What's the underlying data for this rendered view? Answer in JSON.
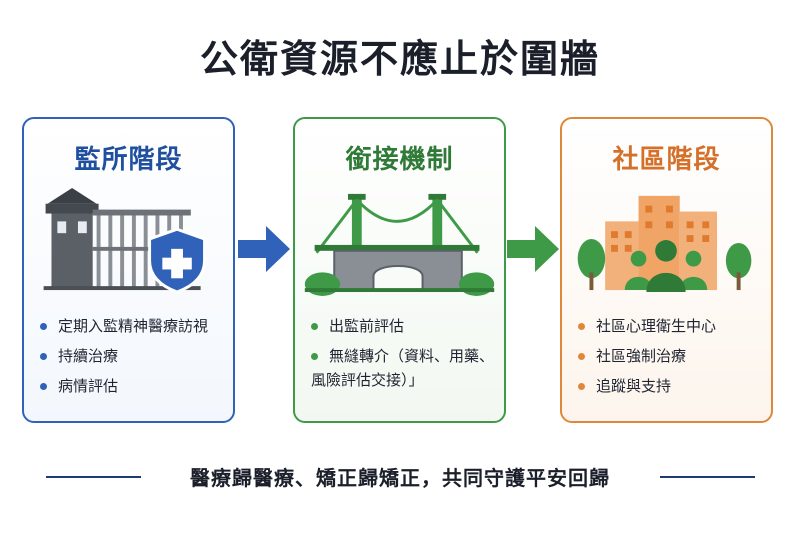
{
  "title": "公衛資源不應止於圍牆",
  "stages": [
    {
      "title": "監所階段",
      "icon": "prison-shield-icon",
      "items": [
        "定期入監精神醫療訪視",
        "持續治療",
        "病情評估"
      ]
    },
    {
      "title": "銜接機制",
      "icon": "bridge-icon",
      "items": [
        "出監前評估",
        "無縫轉介（資料、用藥、",
        "風險評估交接）」"
      ]
    },
    {
      "title": "社區階段",
      "icon": "community-buildings-icon",
      "items": [
        "社區心理衛生中心",
        "社區強制治療",
        "追蹤與支持"
      ]
    }
  ],
  "arrows": [
    "blue-arrow-icon",
    "green-arrow-icon"
  ],
  "footer": "醫療歸醫療、矯正歸矯正，共同守護平安回歸",
  "colors": {
    "blue": "#2f62b8",
    "green": "#3f9a48",
    "orange": "#e0883a"
  }
}
